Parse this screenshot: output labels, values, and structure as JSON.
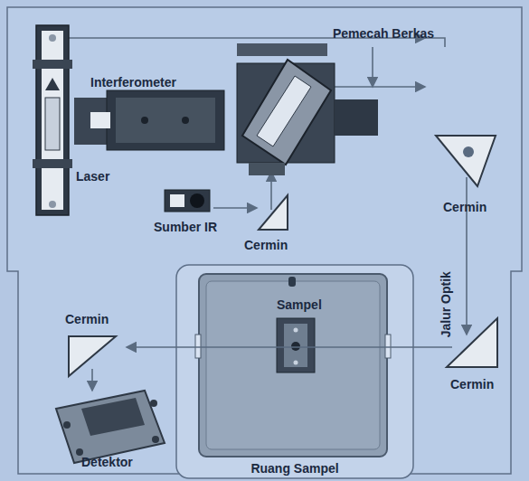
{
  "diagram": {
    "nodes": [
      {
        "text": [
          "Ruang Sampel"
        ]
      }
    ],
    "labels": [
      "Pemecah Berkas",
      "Interferometer",
      "Laser",
      "Cermin",
      "Sumber IR",
      "Cermin",
      "Jalur Optik",
      "Sampel",
      "Cermin",
      "Cermin",
      "Detektor"
    ]
  }
}
